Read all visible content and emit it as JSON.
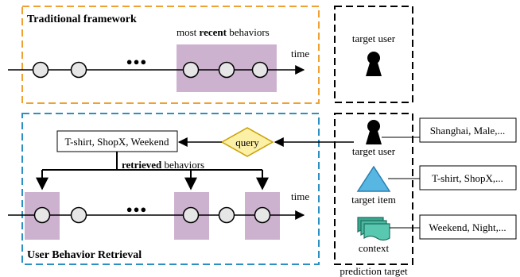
{
  "colors": {
    "orange": "#f0a030",
    "blue": "#2a8fc2",
    "highlight": "#cdb2d0",
    "node_fill": "#e6e6e6",
    "query_fill": "#fcefa6",
    "query_stroke": "#c8a000",
    "triangle_fill": "#58b6e2",
    "triangle_stroke": "#2a7fb0",
    "doc_fill": "#58c8b0",
    "doc_stroke": "#1f6f5f"
  },
  "top_panel": {
    "title": "Traditional framework",
    "recent_prefix": "most ",
    "recent_bold": "recent",
    "recent_suffix": " behaviors",
    "time_label": "time",
    "ellipsis": "●●●"
  },
  "bottom_panel": {
    "title": "User Behavior Retrieval",
    "retrieved_bold": "retrieved",
    "retrieved_suffix": " behaviors",
    "time_label": "time",
    "ellipsis": "●●●",
    "query_label": "query",
    "query_result": "T-shirt, ShopX, Weekend"
  },
  "top_right": {
    "label": "target user",
    "icon": "user-icon"
  },
  "prediction_target": {
    "caption": "prediction target",
    "user_label": "target user",
    "item_label": "target item",
    "context_label": "context",
    "user_features": "Shanghai, Male,...",
    "item_features": "T-shirt, ShopX,...",
    "context_features": "Weekend, Night,..."
  }
}
